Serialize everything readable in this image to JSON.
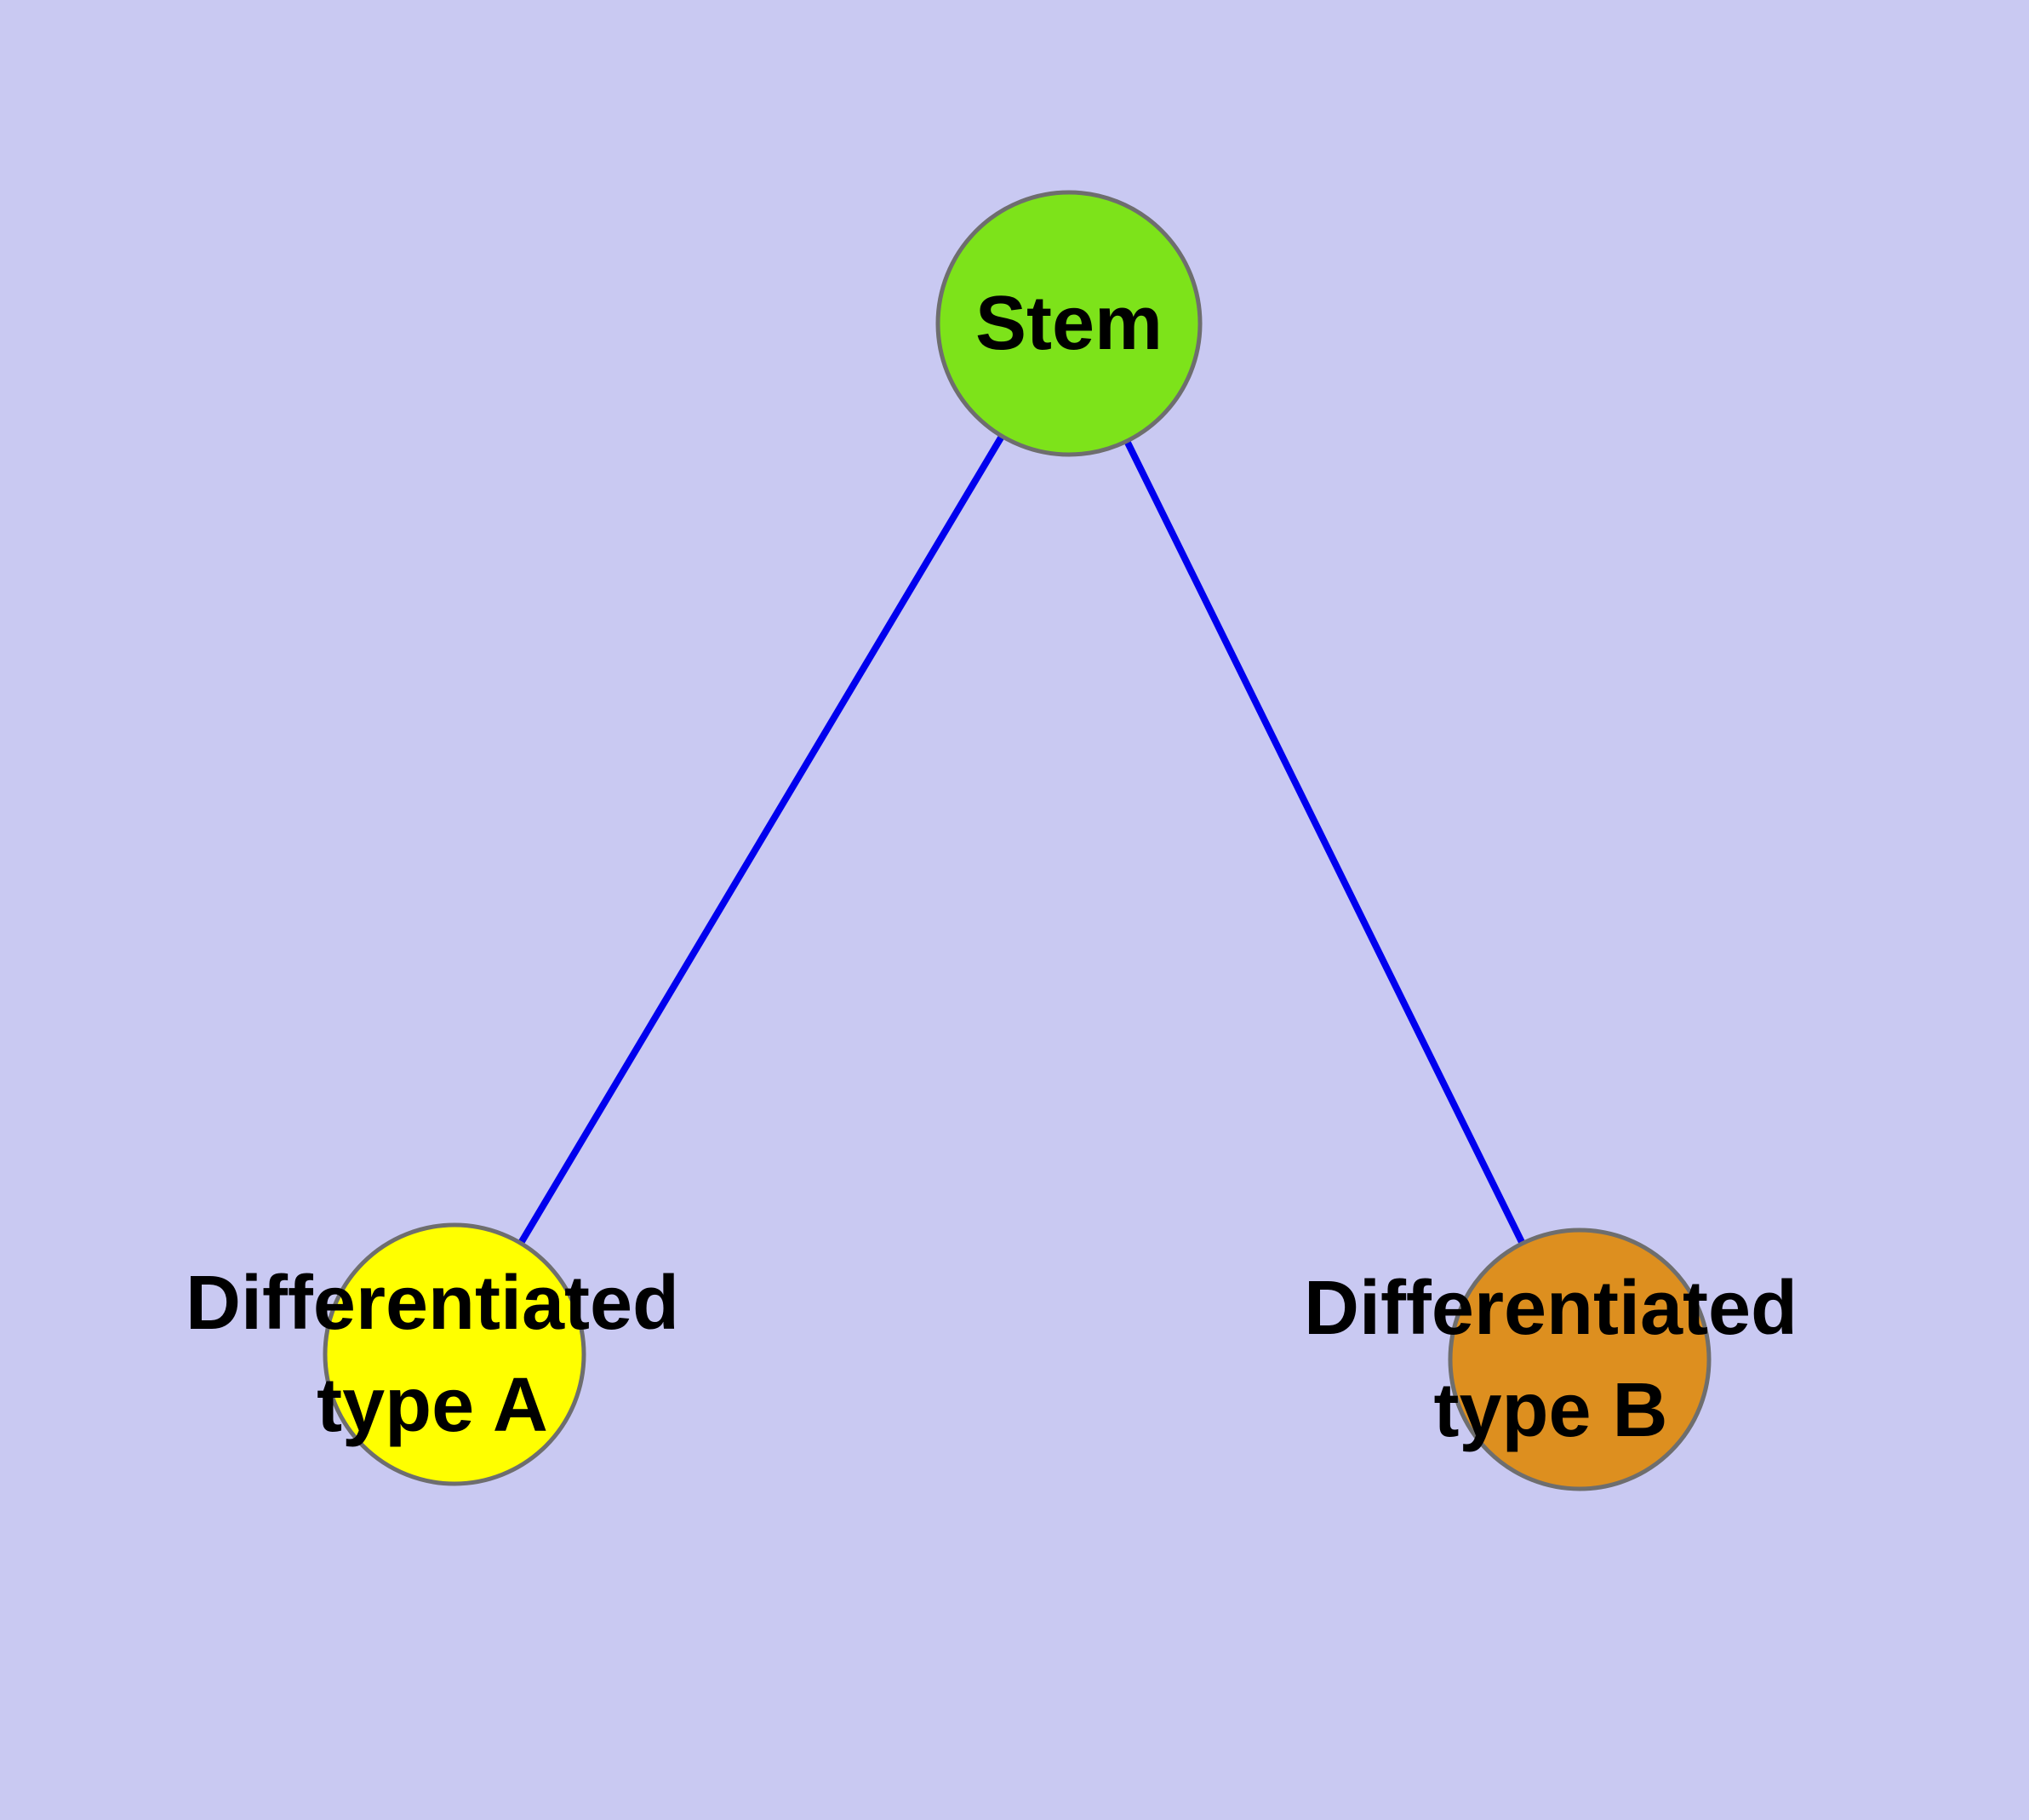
{
  "diagram": {
    "background_color": "#c9c9f2",
    "edge_color": "#0000ee",
    "node_border_color": "#6e6e6e",
    "nodes": [
      {
        "id": "stem",
        "label": "Stem",
        "lines": [
          "Stem"
        ],
        "color": "#7de31a"
      },
      {
        "id": "differentiated-type-a",
        "label": "Differentiated type A",
        "lines": [
          "Differentiated",
          "type A"
        ],
        "color": "#ffff00"
      },
      {
        "id": "differentiated-type-b",
        "label": "Differentiated type B",
        "lines": [
          "Differentiated",
          "type B"
        ],
        "color": "#dd8f1f"
      }
    ],
    "edges": [
      {
        "from": "stem",
        "to": "differentiated-type-a"
      },
      {
        "from": "stem",
        "to": "differentiated-type-b"
      }
    ]
  }
}
